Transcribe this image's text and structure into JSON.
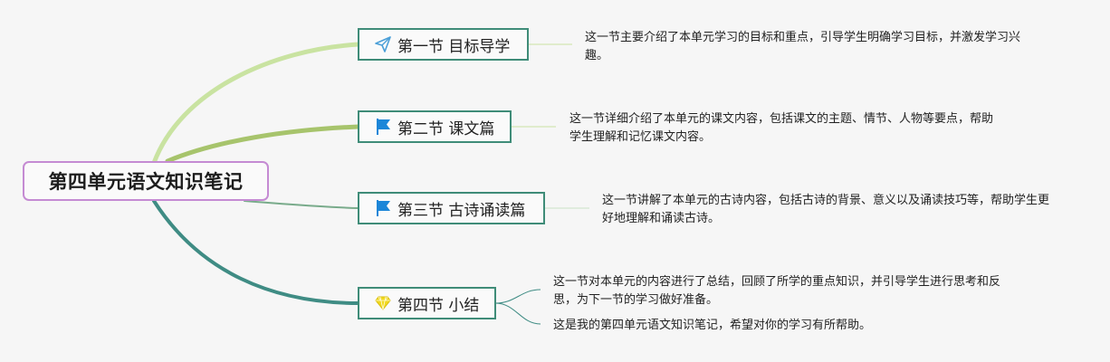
{
  "root": {
    "title": "第四单元语文知识笔记"
  },
  "sections": [
    {
      "title": "第一节 目标导学",
      "icon": "paper-plane-icon",
      "note": "这一节主要介绍了本单元学习的目标和重点，引导学生明确学习目标，并激发学习兴趣。"
    },
    {
      "title": "第二节 课文篇",
      "icon": "flag-icon",
      "note": "这一节详细介绍了本单元的课文内容，包括课文的主题、情节、人物等要点，帮助学生理解和记忆课文内容。"
    },
    {
      "title": "第三节 古诗诵读篇",
      "icon": "flag-icon",
      "note": "这一节讲解了本单元的古诗内容，包括古诗的背景、意义以及诵读技巧等，帮助学生更好地理解和诵读古诗。"
    },
    {
      "title": "第四节 小结",
      "icon": "diamond-icon",
      "note": "这一节对本单元的内容进行了总结，回顾了所学的重点知识，并引导学生进行思考和反思，为下一节的学习做好准备。",
      "note2": "这是我的第四单元语文知识笔记，希望对你的学习有所帮助。"
    }
  ],
  "colors": {
    "root_border": "#c58bd3",
    "node_border": "#3f8c78",
    "branch_1": "#c9e3a1",
    "branch_2": "#a7c46c",
    "branch_3": "#79ab8b",
    "branch_4": "#3f8c84",
    "flag": "#1c86d8",
    "plane": "#4a9fd8",
    "diamond": "#f1d91f"
  }
}
